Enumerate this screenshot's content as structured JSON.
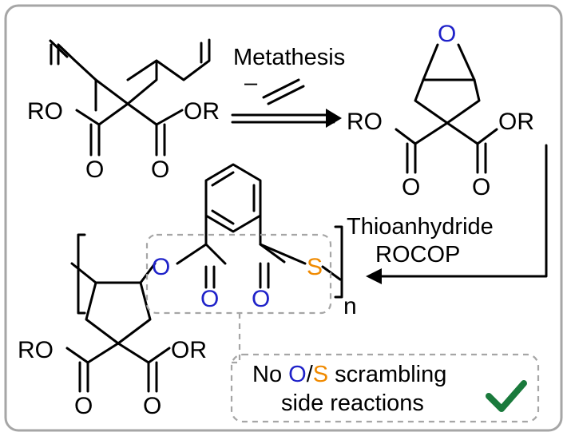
{
  "reaction": {
    "metathesis_label": "Metathesis",
    "minus_label": "–",
    "rocop_label_line1": "Thioanhydride",
    "rocop_label_line2": "ROCOP",
    "repeat_subscript": "n"
  },
  "atoms": {
    "ro": "RO",
    "or": "OR",
    "o": "O",
    "s": "S"
  },
  "callout": {
    "prefix": "No ",
    "o": "O",
    "slash": "/",
    "s": "S",
    "suffix": " scrambling",
    "line2": "side reactions"
  },
  "colors": {
    "oxygen": "#1f22c9",
    "sulfur": "#f08a00",
    "check": "#1a7a3c",
    "frame": "#a6a6a6"
  }
}
